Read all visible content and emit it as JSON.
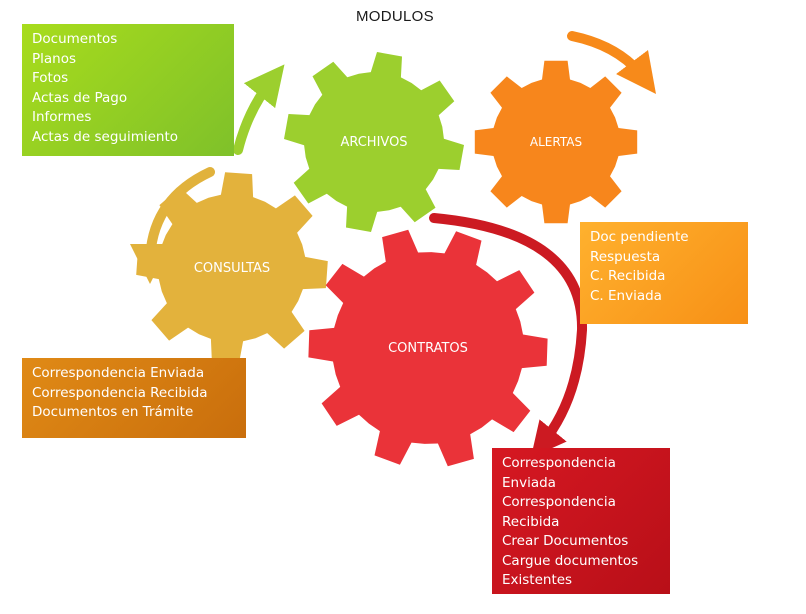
{
  "title": "MODULOS",
  "gears": [
    {
      "id": "archivos",
      "label": "ARCHIVOS",
      "color": "#9ccf2e"
    },
    {
      "id": "alertas",
      "label": "ALERTAS",
      "color": "#f7861c"
    },
    {
      "id": "consultas",
      "label": "CONSULTAS",
      "color": "#e3b23c"
    },
    {
      "id": "contratos",
      "label": "CONTRATOS",
      "color": "#ea3339"
    }
  ],
  "boxes": {
    "archivos": {
      "color": "#8fd124",
      "items": [
        "Documentos",
        "Planos",
        "Fotos",
        "Actas de Pago",
        "Informes",
        "Actas de seguimiento"
      ]
    },
    "alertas": {
      "color": "#f79a20",
      "items": [
        "Doc pendiente",
        "Respuesta",
        "C. Recibida",
        "C. Enviada"
      ]
    },
    "consultas": {
      "color": "#d47c12",
      "items": [
        "Correspondencia Enviada",
        "Correspondencia Recibida",
        "Documentos en Trámite"
      ]
    },
    "contratos": {
      "color": "#c8131c",
      "items": [
        "Correspondencia",
        "Enviada",
        "Correspondencia",
        "Recibida",
        "Crear Documentos",
        "Cargue documentos",
        "Existentes"
      ]
    }
  },
  "arrow_colors": {
    "green": "#9ccf2e",
    "orange": "#f78a1a",
    "yellow": "#e1b23c",
    "red": "#cc1a22"
  }
}
